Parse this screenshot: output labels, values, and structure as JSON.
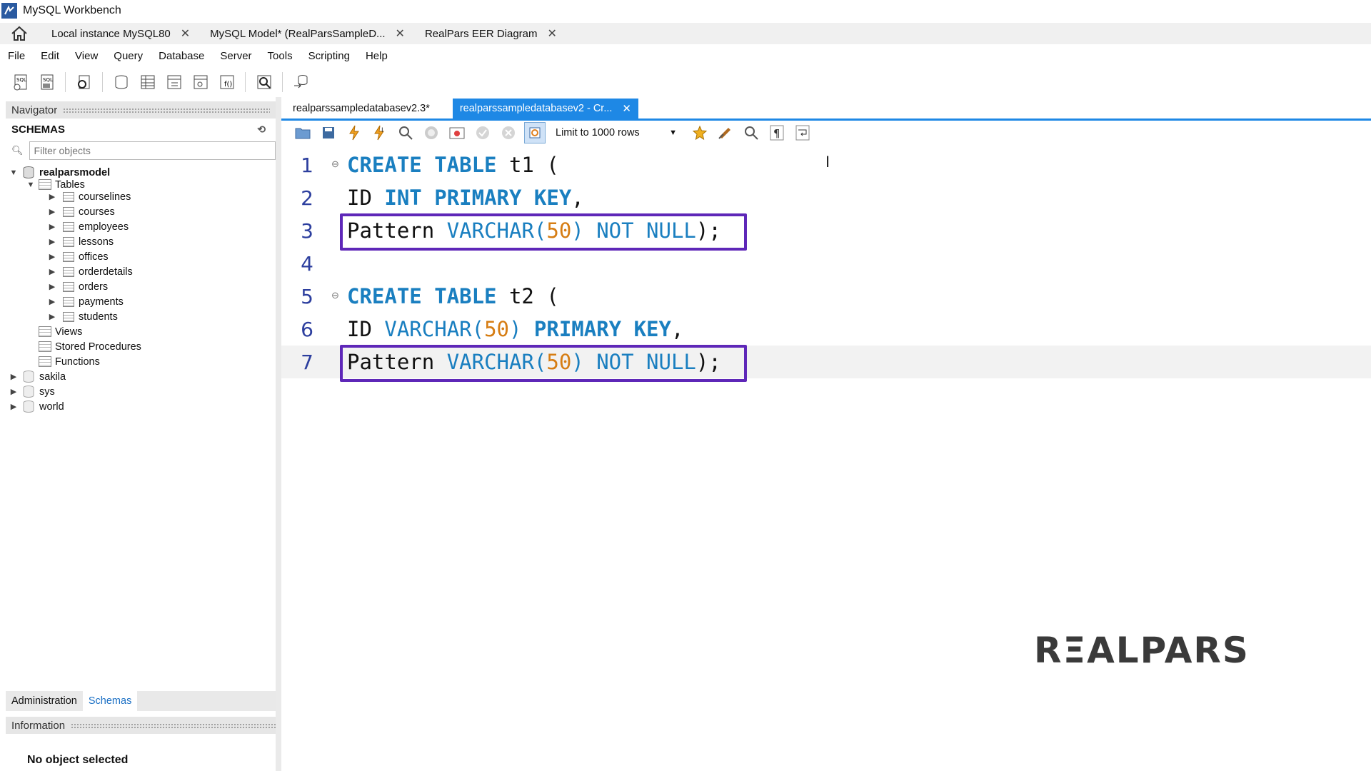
{
  "window": {
    "title": "MySQL Workbench"
  },
  "doc_tabs": [
    {
      "label": "Local instance MySQL80"
    },
    {
      "label": "MySQL Model* (RealParsSampleD..."
    },
    {
      "label": "RealPars EER Diagram"
    }
  ],
  "menu": [
    "File",
    "Edit",
    "View",
    "Query",
    "Database",
    "Server",
    "Tools",
    "Scripting",
    "Help"
  ],
  "navigator": {
    "title": "Navigator",
    "schemas_label": "SCHEMAS",
    "filter_placeholder": "Filter objects",
    "schemas": [
      {
        "name": "realparsmodel",
        "expanded": true,
        "tables_label": "Tables",
        "tables": [
          "courselines",
          "courses",
          "employees",
          "lessons",
          "offices",
          "orderdetails",
          "orders",
          "payments",
          "students"
        ],
        "other": [
          "Views",
          "Stored Procedures",
          "Functions"
        ]
      },
      {
        "name": "sakila"
      },
      {
        "name": "sys"
      },
      {
        "name": "world"
      }
    ],
    "bottom_tabs": [
      "Administration",
      "Schemas"
    ],
    "info_title": "Information",
    "info_text": "No object selected"
  },
  "editor_tabs": [
    {
      "label": "realparssampledatabasev2.3*",
      "active": false
    },
    {
      "label": "realparssampledatabasev2 - Cr...",
      "active": true
    }
  ],
  "editor_toolbar": {
    "limit_label": "Limit to 1000 rows"
  },
  "code_lines": [
    {
      "num": "1",
      "tokens": [
        [
          "kw",
          "CREATE TABLE"
        ],
        [
          "plain",
          " t1 ("
        ]
      ]
    },
    {
      "num": "2",
      "tokens": [
        [
          "plain",
          "ID "
        ],
        [
          "kw",
          "INT PRIMARY KEY"
        ],
        [
          "plain",
          ","
        ]
      ]
    },
    {
      "num": "3",
      "tokens": [
        [
          "plain",
          "Pattern "
        ],
        [
          "fn",
          "VARCHAR("
        ],
        [
          "num",
          "50"
        ],
        [
          "fn",
          ") NOT NULL"
        ],
        [
          "plain",
          ");"
        ]
      ]
    },
    {
      "num": "4",
      "tokens": []
    },
    {
      "num": "5",
      "tokens": [
        [
          "kw",
          "CREATE TABLE"
        ],
        [
          "plain",
          " t2 ("
        ]
      ]
    },
    {
      "num": "6",
      "tokens": [
        [
          "plain",
          "ID "
        ],
        [
          "fn",
          "VARCHAR("
        ],
        [
          "num",
          "50"
        ],
        [
          "fn",
          ") "
        ],
        [
          "kw",
          "PRIMARY KEY"
        ],
        [
          "plain",
          ","
        ]
      ]
    },
    {
      "num": "7",
      "tokens": [
        [
          "plain",
          "Pattern "
        ],
        [
          "fn",
          "VARCHAR("
        ],
        [
          "num",
          "50"
        ],
        [
          "fn",
          ") NOT NULL"
        ],
        [
          "plain",
          ");"
        ]
      ]
    }
  ],
  "highlight_color": "#5e27b8",
  "brand": {
    "logo_text": "REALPARS"
  }
}
